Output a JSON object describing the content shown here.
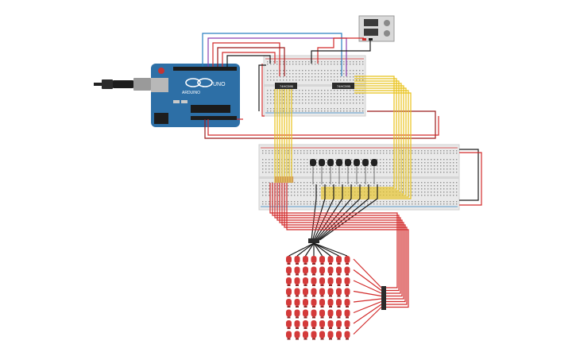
{
  "circuit": {
    "board": {
      "model_label": "UNO",
      "brand_label": "ARDUINO",
      "board_color": "#2d6fa6"
    },
    "shift_registers": [
      {
        "label": "74HC595"
      },
      {
        "label": "74HC595"
      }
    ],
    "transistor_count": 8,
    "resistor_count": 8,
    "led_matrix": {
      "rows": 8,
      "cols": 8,
      "led_color": "#d43a3a"
    },
    "colors": {
      "wire_red": "#d22b2b",
      "wire_black": "#1a1a1a",
      "wire_yellow": "#e8c21a",
      "wire_blue": "#2a7fc1",
      "wire_purple": "#8a3fb0",
      "wire_dark_red": "#9b1b1b",
      "breadboard": "#e9e9e9"
    }
  }
}
